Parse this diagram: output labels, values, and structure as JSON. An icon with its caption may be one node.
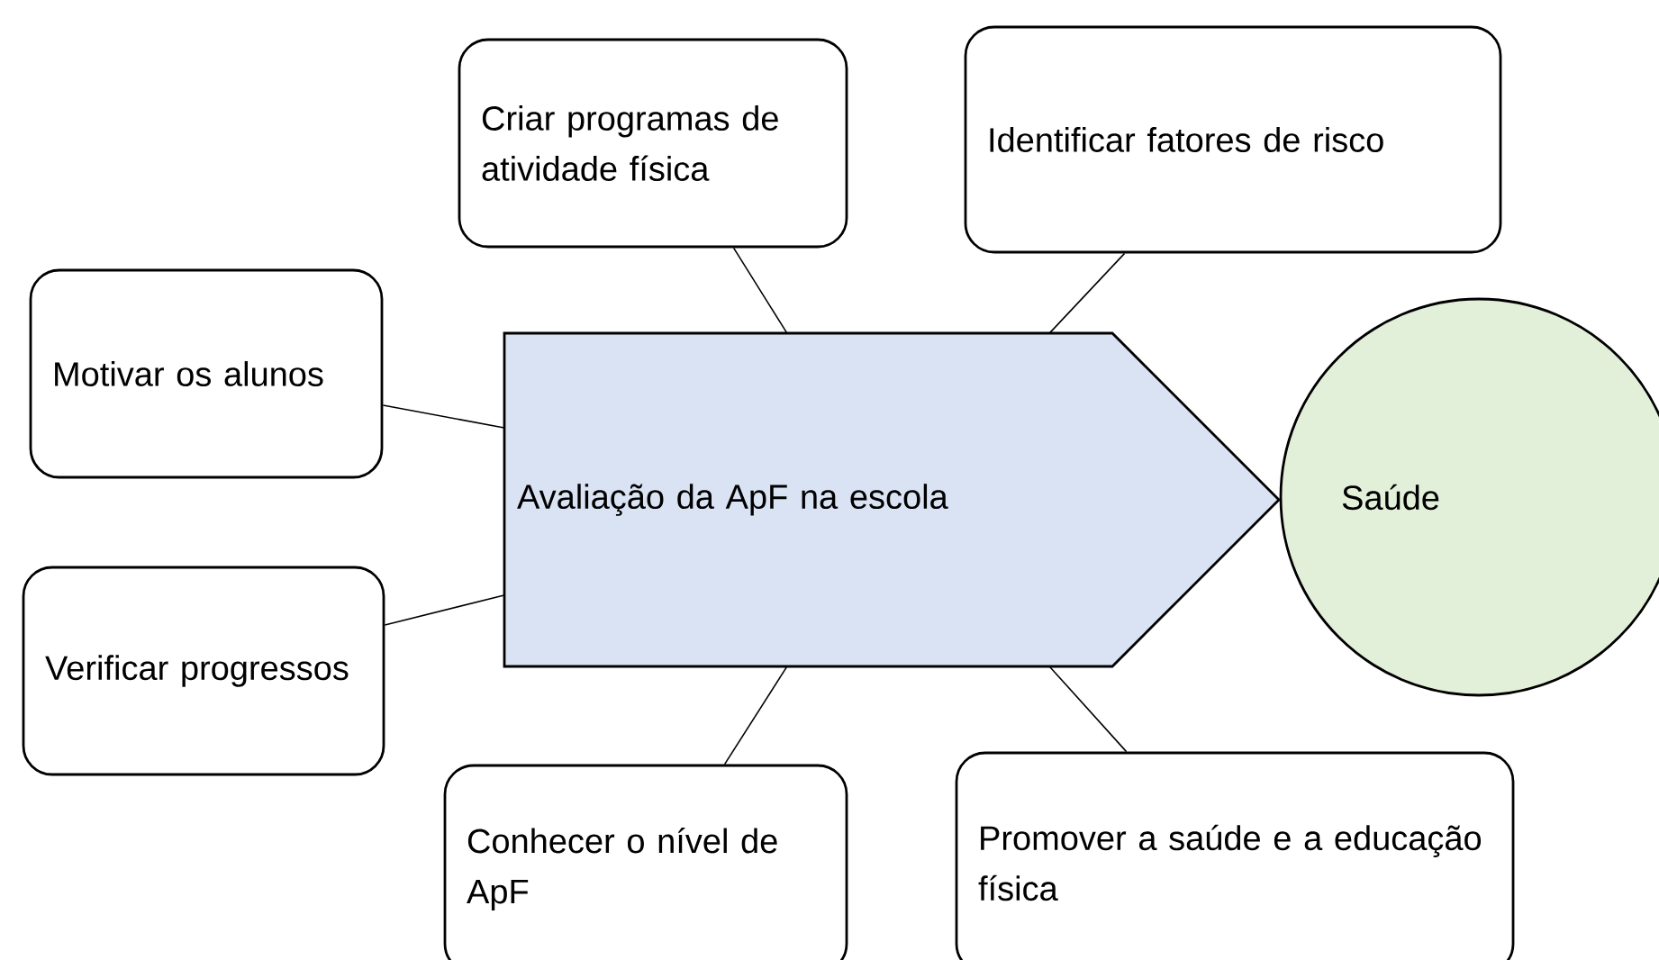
{
  "diagram": {
    "nodes": [
      {
        "text": [
          "Criar programas de atividade física"
        ]
      },
      {
        "text": [
          "Identificar fatores de risco"
        ]
      },
      {
        "text": [
          "Motivar os alunos"
        ]
      },
      {
        "text": [
          "Avaliação da ApF na escola"
        ]
      },
      {
        "text": [
          "Saúde"
        ]
      },
      {
        "text": [
          "Verificar progressos"
        ]
      },
      {
        "text": [
          "Conhecer o nível de ApF"
        ]
      },
      {
        "text": [
          "Promover a saúde e a educação física"
        ]
      }
    ],
    "edges": [
      {
        "from": 0,
        "to": 3,
        "arrow": "none"
      },
      {
        "from": 1,
        "to": 3,
        "arrow": "none"
      },
      {
        "from": 2,
        "to": 3,
        "arrow": "none"
      },
      {
        "from": 5,
        "to": 3,
        "arrow": "none"
      },
      {
        "from": 6,
        "to": 3,
        "arrow": "none"
      },
      {
        "from": 7,
        "to": 3,
        "arrow": "none"
      }
    ]
  }
}
